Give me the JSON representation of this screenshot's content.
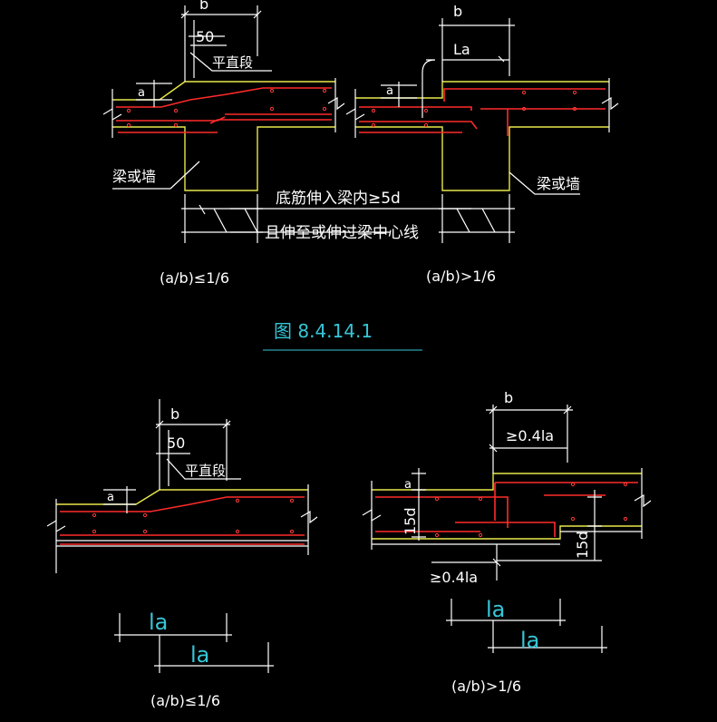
{
  "colors": {
    "background": "#000000",
    "dimension_lines": "#ffffff",
    "concrete_outline": "#e8e84a",
    "rebar": "#ff2a2a",
    "anchorage_text": "#35c6d8"
  },
  "fig1": {
    "title": "图 8.4.14.1",
    "left": {
      "dim_b": "b",
      "dim_50": "50",
      "flat_segment": "平直段",
      "dim_a": "a",
      "support_label": "梁或墙",
      "caption": "(a/b)≤1/6"
    },
    "right": {
      "dim_b": "b",
      "dim_la": "La",
      "dim_a": "a",
      "support_label": "梁或墙",
      "caption": "(a/b)>1/6"
    },
    "note_line1": "底筋伸入梁内≥5d",
    "note_line2": "且伸至或伸过梁中心线"
  },
  "fig2": {
    "left": {
      "dim_b": "b",
      "dim_50": "50",
      "flat_segment": "平直段",
      "dim_a": "a",
      "la_top": "la",
      "la_bottom": "la",
      "caption": "(a/b)≤1/6"
    },
    "right": {
      "dim_b": "b",
      "dim_04la_top": "≥0.4la",
      "dim_15d_left": "15d",
      "dim_a": "a",
      "dim_15d_right": "15d",
      "dim_04la_bottom": "≥0.4la",
      "la_top": "la",
      "la_bottom": "la",
      "caption": "(a/b)>1/6"
    }
  }
}
